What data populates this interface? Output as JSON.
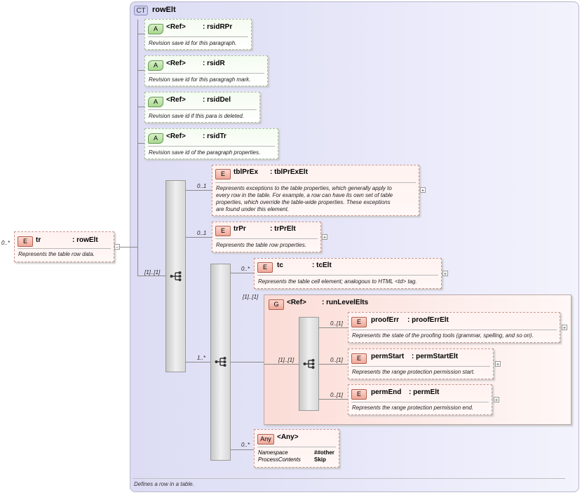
{
  "rowElt": {
    "badge": "CT",
    "title": "rowElt",
    "footer_doc": "Defines a row in a table."
  },
  "tr": {
    "badge": "E",
    "name": "tr",
    "type": ": rowElt",
    "doc": "Represents the table row data.",
    "occurrence": "0..*"
  },
  "attributes": [
    {
      "badge": "A",
      "ref": "<Ref>",
      "name": ": rsidRPr",
      "doc": "Revision save id for this paragraph."
    },
    {
      "badge": "A",
      "ref": "<Ref>",
      "name": ": rsidR",
      "doc": "Revision save id for this paragragh mark."
    },
    {
      "badge": "A",
      "ref": "<Ref>",
      "name": ": rsidDel",
      "doc": "Revision save id if this para is deleted."
    },
    {
      "badge": "A",
      "ref": "<Ref>",
      "name": ": rsidTr",
      "doc": "Revision save id of the paragraph properties."
    }
  ],
  "main_sequence_occurrence": "[1]..[1]",
  "tblPrEx": {
    "badge": "E",
    "name": "tblPrEx",
    "type": ": tblPrExElt",
    "occurrence": "0..1",
    "doc": [
      "Represents exceptions to the table properties, which generally apply to",
      "every row in the table. For example, a row can have its own set of table",
      "properties, which override the table-wide properties. These exceptions",
      "are found under this element."
    ]
  },
  "trPr": {
    "badge": "E",
    "name": "trPr",
    "type": ": trPrElt",
    "occurrence": "0..1",
    "doc": "Represents the table row properties."
  },
  "inner_sequence_occurrence": "1..*",
  "tc": {
    "badge": "E",
    "name": "tc",
    "type": ": tcElt",
    "occurrence": "0..*",
    "doc": "Represents the table cell element; analogous to HTML <td> tag."
  },
  "runLevelElts": {
    "badge": "G",
    "ref": "<Ref>",
    "name": ": runLevelElts",
    "occurrence": "[1]..[1]",
    "sequence_occurrence": "[1]..[1]"
  },
  "proofErr": {
    "badge": "E",
    "name": "proofErr",
    "type": ": proofErrElt",
    "occurrence": "0..[1]",
    "doc": "Represents the state of the proofing tools (grammar, spelling, and so on)."
  },
  "permStart": {
    "badge": "E",
    "name": "permStart",
    "type": ": permStartElt",
    "occurrence": "0..[1]",
    "doc": "Represents the range protection permission start."
  },
  "permEnd": {
    "badge": "E",
    "name": "permEnd",
    "type": ": permElt",
    "occurrence": "0..[1]",
    "doc": "Represents the range protection permission end."
  },
  "any": {
    "badge": "Any",
    "name": "<Any>",
    "occurrence": "0..*",
    "rows": [
      {
        "key": "Namespace",
        "value": "##other"
      },
      {
        "key": "ProcessContents",
        "value": "Skip"
      }
    ]
  }
}
